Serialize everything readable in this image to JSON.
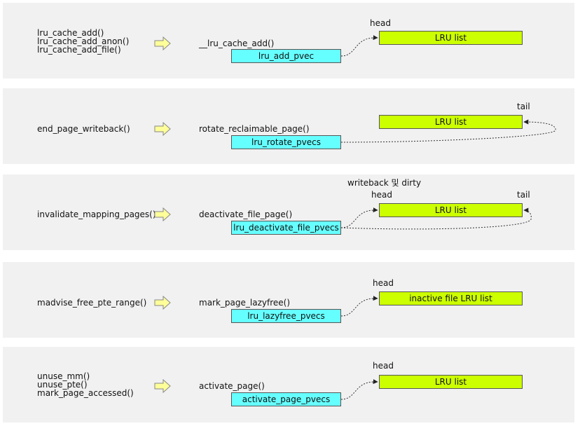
{
  "rows": [
    {
      "callers": [
        "lru_cache_add()",
        "lru_cache_add_anon()",
        "lru_cache_add_file()"
      ],
      "function": "__lru_cache_add()",
      "pvec": "lru_add_pvec",
      "list": "LRU list",
      "head_label": "head"
    },
    {
      "callers": [
        "end_page_writeback()"
      ],
      "function": "rotate_reclaimable_page()",
      "pvec": "lru_rotate_pvecs",
      "list": "LRU list",
      "tail_label": "tail"
    },
    {
      "callers": [
        "invalidate_mapping_pages()"
      ],
      "function": "deactivate_file_page()",
      "pvec": "lru_deactivate_file_pvecs",
      "list": "LRU list",
      "note": "writeback 및 dirty",
      "head_label": "head",
      "tail_label": "tail"
    },
    {
      "callers": [
        "madvise_free_pte_range()"
      ],
      "function": "mark_page_lazyfree()",
      "pvec": "lru_lazyfree_pvecs",
      "list": "inactive file LRU list",
      "head_label": "head"
    },
    {
      "callers": [
        "unuse_mm()",
        "unuse_pte()",
        "mark_page_accessed()"
      ],
      "function": "activate_page()",
      "pvec": "activate_page_pvecs",
      "list": "LRU list",
      "head_label": "head"
    }
  ],
  "colors": {
    "panel": "#f1f1f1",
    "pvec_box": "#66ffff",
    "lru_box": "#ccff00",
    "flow_arrow": "#ffff99"
  },
  "icons": {
    "flow": "right-arrow-icon"
  }
}
